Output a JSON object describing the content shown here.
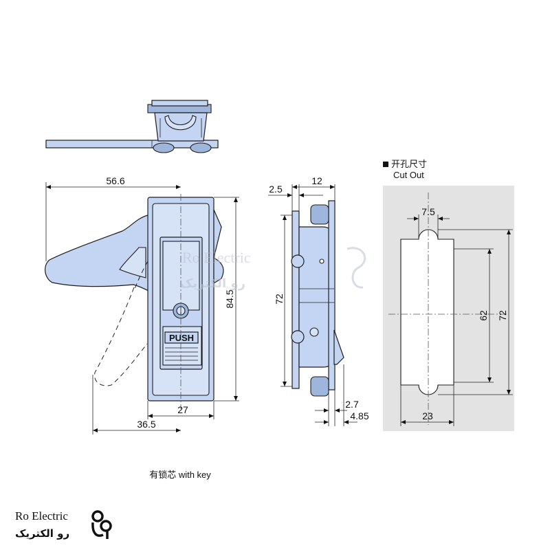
{
  "dimensions": {
    "top_width": "56.6",
    "bottom_width": "36.5",
    "body_width": "27",
    "height": "84.5",
    "side_flange": "2.5",
    "side_depth": "12",
    "side_height": "72",
    "side_gap_a": "2.7",
    "side_gap_b": "4.85"
  },
  "cutout": {
    "title_cn": "开孔尺寸",
    "title_en": "Cut Out",
    "notch_width": "7.5",
    "inner_height": "62",
    "outer_height": "72",
    "width": "23"
  },
  "push_label": "PUSH",
  "caption": "有锁芯 with key",
  "brand": {
    "name_en": "Ro Electric",
    "name_fa": "رو الکتریک"
  },
  "colors": {
    "part_fill": "#c3d5f2",
    "cutout_panel": "#e3e3e3",
    "line": "#1c1c1c"
  }
}
